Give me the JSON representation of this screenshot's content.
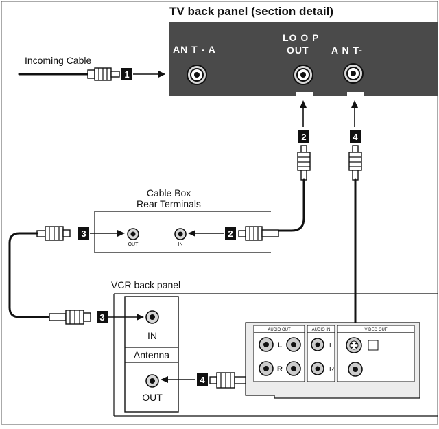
{
  "title": "TV   back   panel   (section   detail)",
  "tv_panel": {
    "label_ant_a": "AN   T  -  A",
    "label_loop": "LO   O   P",
    "label_out": "OUT",
    "label_ant_b": "A   N   T-"
  },
  "incoming_cable": "Incoming  Cable",
  "cable_box": {
    "title_line1": "Cable  Box",
    "title_line2": "Rear  Terminals",
    "out_label": "OUT",
    "in_label": "IN"
  },
  "vcr": {
    "title": "VCR  back  panel",
    "in_label": "IN",
    "antenna_label": "Antenna",
    "out_label": "OUT",
    "audio_out_label": "AUDIO OUT",
    "audio_in_label": "AUDIO IN",
    "video_out_label": "VIDEO OUT",
    "left_label": "L",
    "right_label": "R",
    "left_label_b": "L",
    "right_label_b": "R"
  },
  "steps": {
    "s1": "1",
    "s2a": "2",
    "s2b": "2",
    "s3a": "3",
    "s3b": "3",
    "s4a": "4",
    "s4b": "4"
  }
}
